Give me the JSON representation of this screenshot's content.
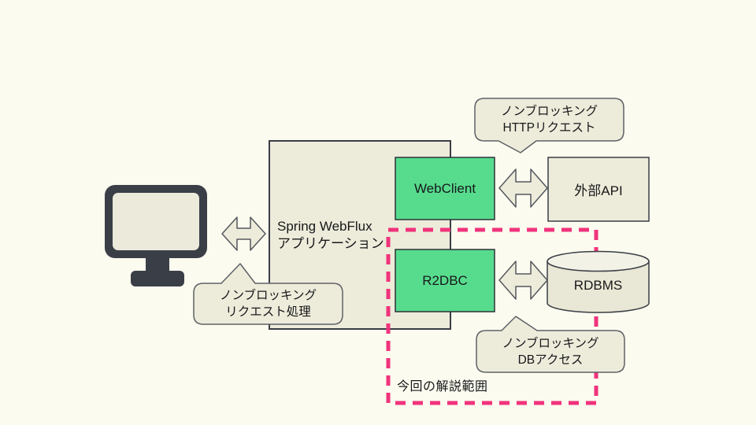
{
  "diagram": {
    "title": "Spring WebFlux non-blocking architecture",
    "colors": {
      "background": "#FBFBEF",
      "box_fill": "#EDEBDA",
      "green_fill": "#57DC8E",
      "scope_pink": "#F0337B",
      "stroke_dark": "#393E45"
    },
    "app_box": {
      "label_line1": "Spring WebFlux",
      "label_line2": "アプリケーション"
    },
    "components": {
      "webclient": {
        "label": "WebClient"
      },
      "r2dbc": {
        "label": "R2DBC"
      },
      "external_api": {
        "label": "外部API"
      },
      "rdbms": {
        "label": "RDBMS"
      }
    },
    "callouts": {
      "http_request": {
        "line1": "ノンブロッキング",
        "line2": "HTTPリクエスト"
      },
      "request_handling": {
        "line1": "ノンブロッキング",
        "line2": "リクエスト処理"
      },
      "db_access": {
        "line1": "ノンブロッキング",
        "line2": "DBアクセス"
      }
    },
    "scope": {
      "label": "今回の解説範囲"
    }
  }
}
